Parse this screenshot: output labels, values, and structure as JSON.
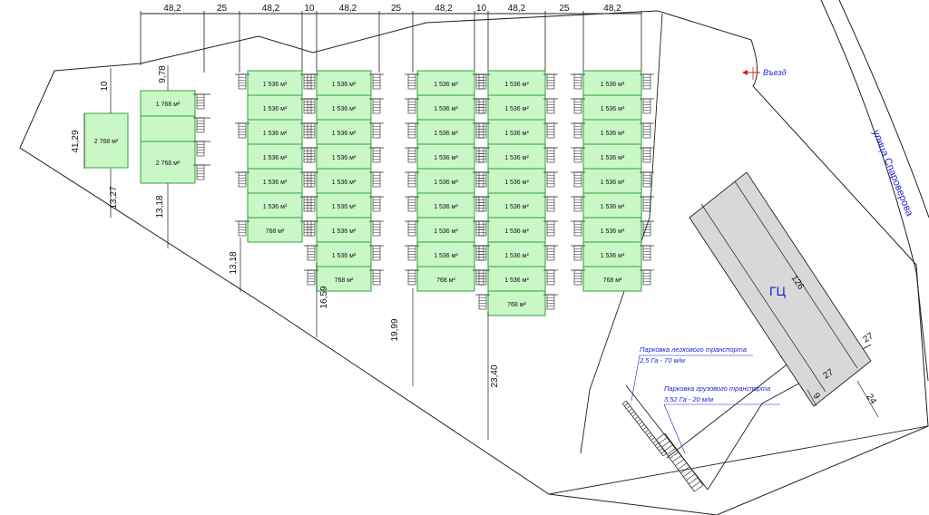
{
  "top_dimensions": [
    "48,2",
    "25",
    "48,2",
    "10",
    "48,2",
    "25",
    "48,2",
    "10",
    "48,2",
    "25",
    "48,2"
  ],
  "side_dimensions": {
    "d10": "10",
    "d9_78": "9,78",
    "d41_29": "41,29",
    "d13_27": "13,27",
    "d13_18_a": "13,18",
    "d13_18_b": "13,18",
    "d16_59": "16,59",
    "d19_99": "19,99",
    "d23_40": "23,40"
  },
  "block_areas": {
    "big_left": "2 768 м²",
    "col1_top": "1 768 м²",
    "col1_bottom": "2 768 м²",
    "standard": "1 536 м²",
    "small": "768 м²"
  },
  "entry_label": "Въезд",
  "street_label": "улица Спароверова",
  "building": {
    "label": "ГЦ",
    "length": "126",
    "width_top": "27",
    "width_mid": "27",
    "depth": "24",
    "small": "9"
  },
  "parking_car": {
    "title": "Парковка легкового транспорта",
    "detail": "2,5 Га - 70 м/м"
  },
  "parking_truck": {
    "title": "Парковка грузового транспорта",
    "detail": "3,52 Га - 20 м/м"
  },
  "colors": {
    "block_fill": "#c9f7c6",
    "block_stroke": "#2fa040",
    "building_fill": "#d8d8d8",
    "accent_blue": "#1d1dd6",
    "entry_arrow": "#d11a1a"
  }
}
